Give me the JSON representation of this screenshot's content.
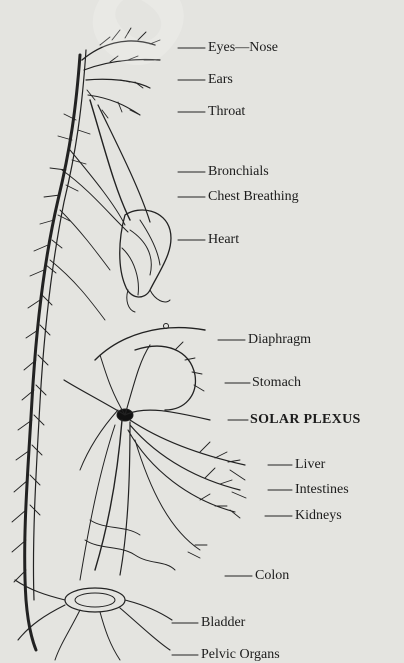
{
  "labels": {
    "eyes_nose": "Eyes—Nose",
    "ears": "Ears",
    "throat": "Throat",
    "bronchials": "Bronchials",
    "chest_breathing": "Chest Breathing",
    "heart": "Heart",
    "diaphragm": "Diaphragm",
    "stomach": "Stomach",
    "solar_plexus": "SOLAR PLEXUS",
    "liver": "Liver",
    "intestines": "Intestines",
    "kidneys": "Kidneys",
    "colon": "Colon",
    "bladder": "Bladder",
    "pelvic_organs": "Pelvic Organs"
  },
  "colors": {
    "background": "#e4e4e0",
    "ink": "#1c1c1c"
  }
}
